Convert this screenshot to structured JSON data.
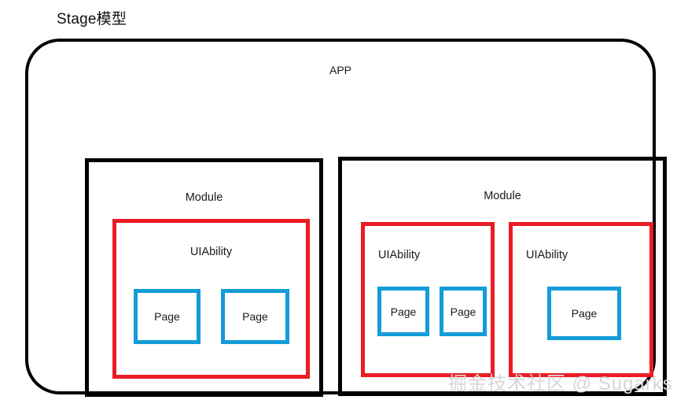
{
  "diagram": {
    "title": "Stage模型",
    "app": {
      "label": "APP",
      "border_color": "#000000",
      "shape": "rounded-rectangle"
    },
    "modules": [
      {
        "label": "Module",
        "border_color": "#000000",
        "uiabilities": [
          {
            "label": "UIAbility",
            "border_color": "#EB1C24",
            "pages": [
              {
                "label": "Page",
                "border_color": "#139CD8"
              },
              {
                "label": "Page",
                "border_color": "#139CD8"
              }
            ]
          }
        ]
      },
      {
        "label": "Module",
        "border_color": "#000000",
        "uiabilities": [
          {
            "label": "UIAbility",
            "border_color": "#EB1C24",
            "pages": [
              {
                "label": "Page",
                "border_color": "#139CD8"
              },
              {
                "label": "Page",
                "border_color": "#139CD8"
              }
            ]
          },
          {
            "label": "UIAbility",
            "border_color": "#EB1C24",
            "pages": [
              {
                "label": "Page",
                "border_color": "#139CD8"
              }
            ]
          }
        ]
      }
    ],
    "watermark": "掘金技术社区 @ Sugarks"
  }
}
